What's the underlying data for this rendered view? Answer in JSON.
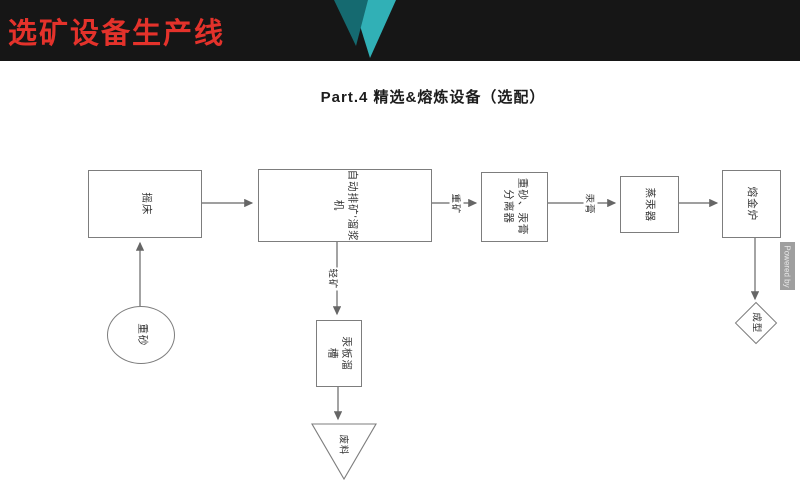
{
  "header": {
    "title": "选矿设备生产线"
  },
  "subtitle": "Part.4  精选&熔炼设备（选配）",
  "flow": {
    "nodes": {
      "shaking_table": "摇床",
      "heavy_sand": "重砂",
      "auto_discharge_chute": "自动排矿'溜浆\n机",
      "separator": "重砂、汞膏\n分离器",
      "mercury_retort": "蒸汞器",
      "gold_melting_furnace": "熔金炉",
      "forming": "成型",
      "mercury_plate_chute": "汞板溜槽",
      "waste": "废料"
    },
    "edge_labels": {
      "heavy_ore": "重矿",
      "amalgam": "汞膏",
      "light_ore": "轻矿"
    }
  },
  "watermark": "Powered by",
  "colors": {
    "accent_red": "#e4322b",
    "teal_dark": "#156a70",
    "teal_light": "#31b0b6",
    "header_bg": "#161616",
    "node_border": "#7d7d7d",
    "arrow": "#666666",
    "node_text": "#333333"
  }
}
